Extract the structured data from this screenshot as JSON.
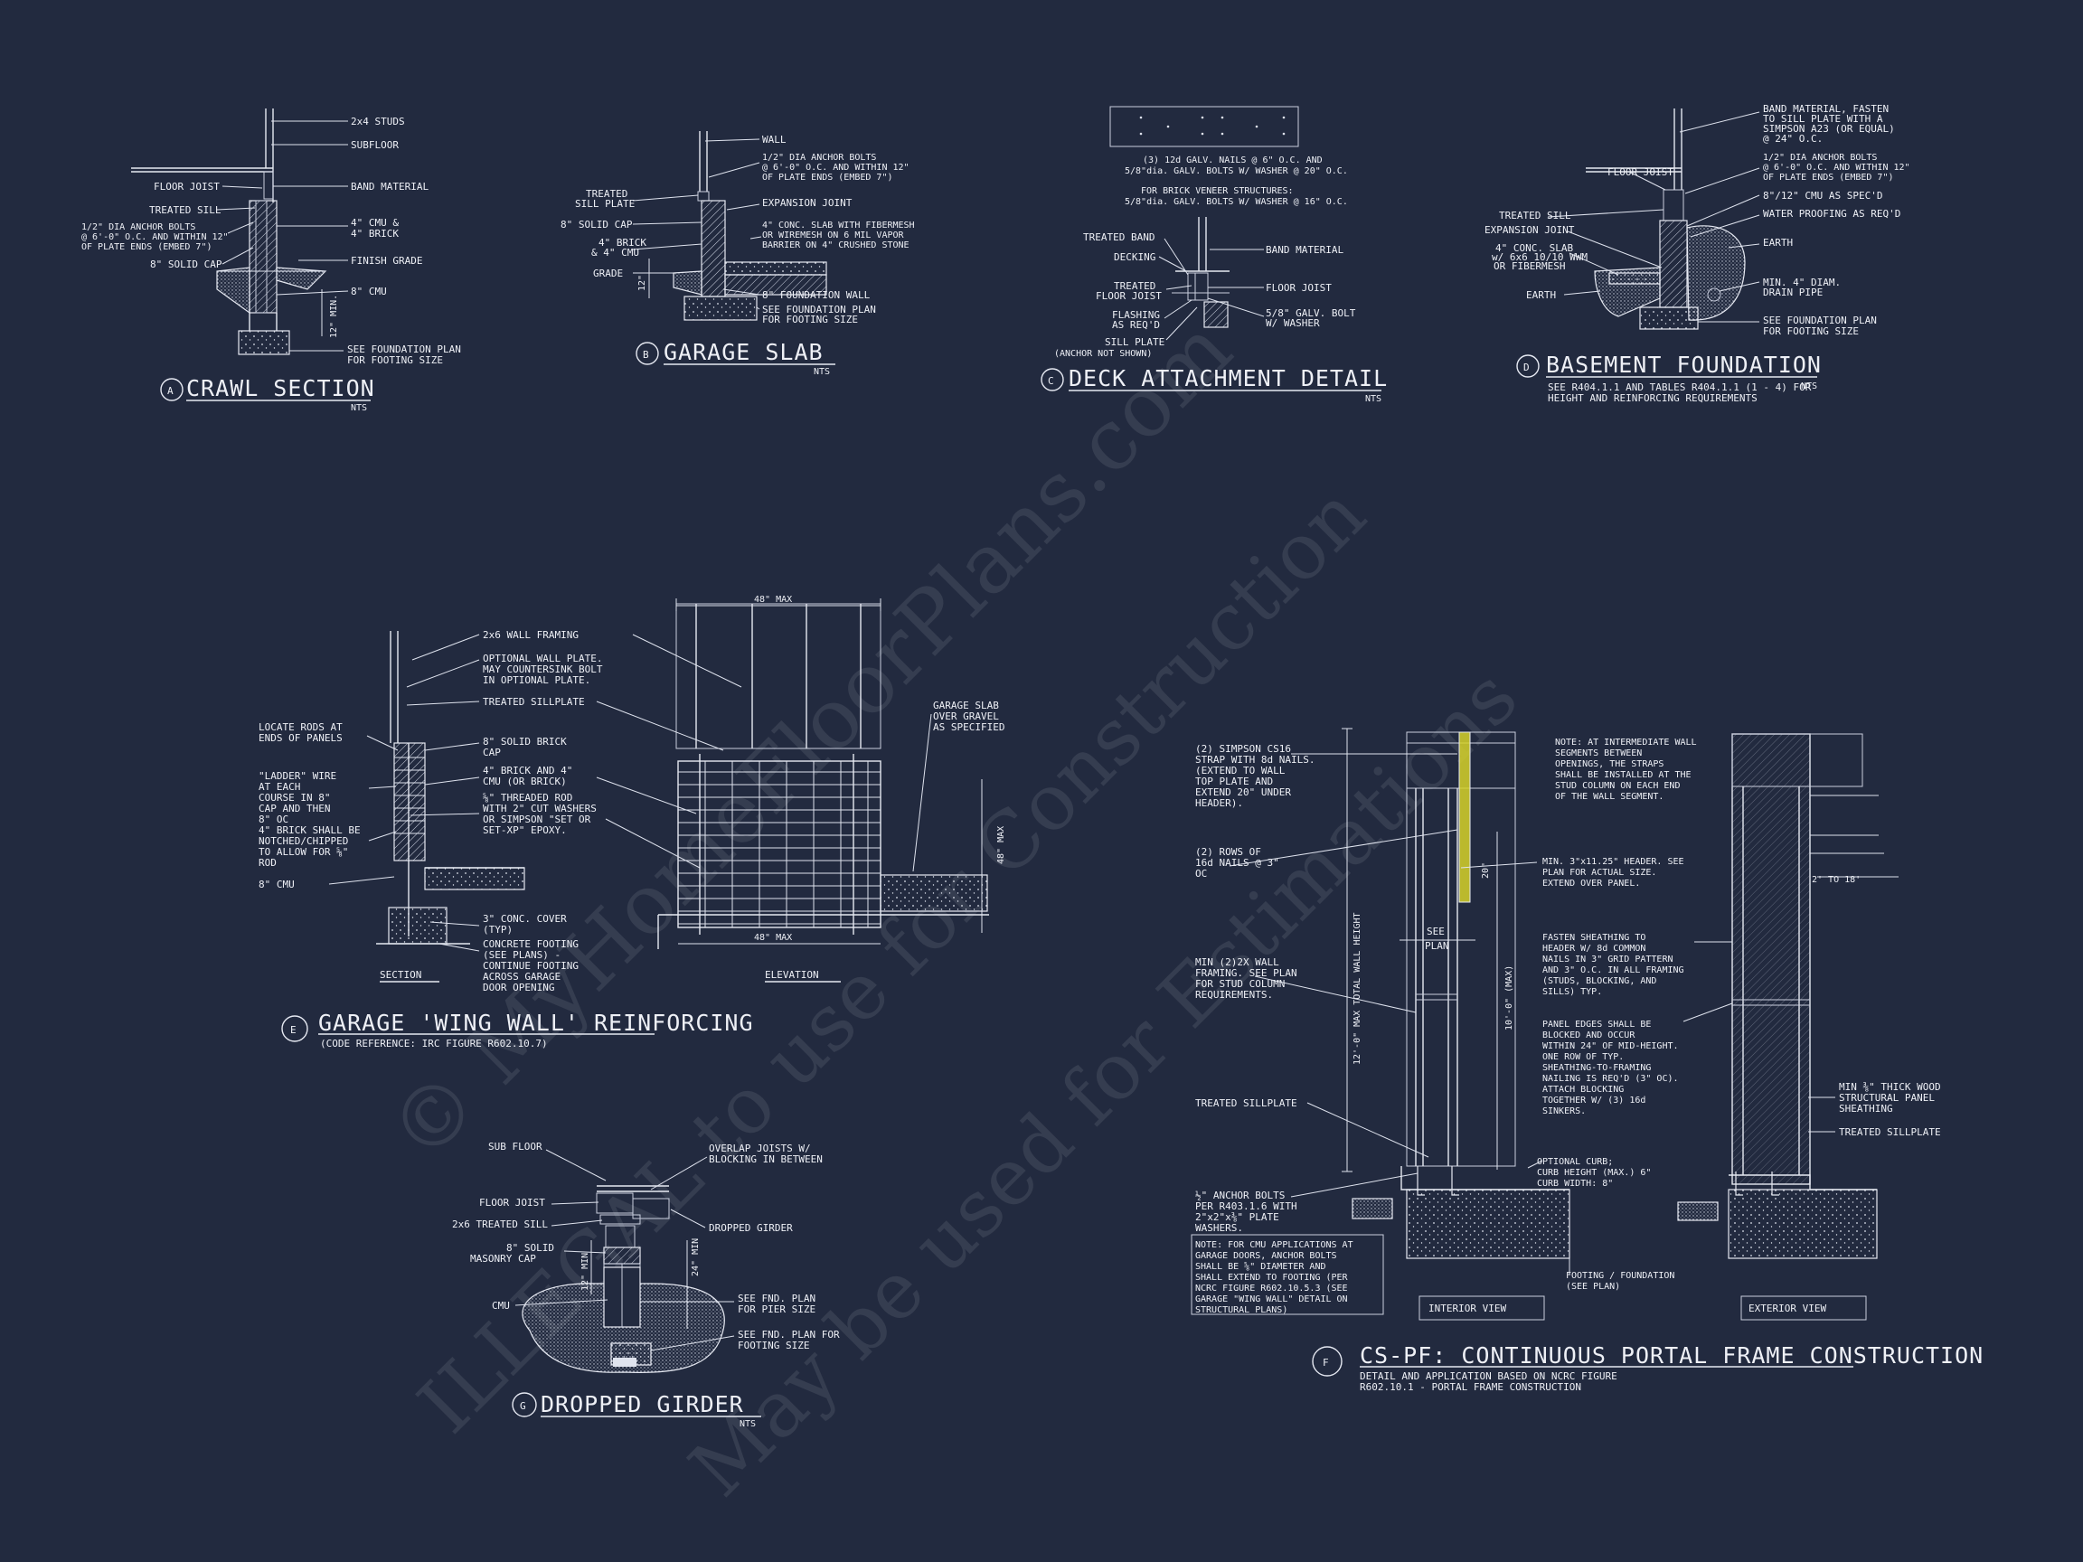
{
  "watermark": {
    "line1": "© MyHomeFloorPlans.com",
    "line2": "ILLEGAL to use for Construction",
    "line3": "May be used for Estimations"
  },
  "details": {
    "a": {
      "letter": "A",
      "title": "CRAWL SECTION",
      "scale": "NTS",
      "labels": [
        "2x4 STUDS",
        "SUBFLOOR",
        "BAND MATERIAL",
        "FLOOR JOIST",
        "TREATED SILL",
        "1/2\" DIA ANCHOR BOLTS",
        "@ 6'-0\" O.C. AND WITHIN 12\"",
        "OF PLATE ENDS (EMBED 7\")",
        "4\" CMU &",
        "4\" BRICK",
        "8\" SOLID CAP",
        "FINISH GRADE",
        "8\" CMU",
        "12\" MIN.",
        "SEE FOUNDATION PLAN",
        "FOR FOOTING SIZE"
      ]
    },
    "b": {
      "letter": "B",
      "title": "GARAGE SLAB",
      "scale": "NTS",
      "labels": [
        "WALL",
        "1/2\" DIA ANCHOR BOLTS",
        "@ 6'-0\" O.C. AND WITHIN 12\"",
        "OF PLATE ENDS (EMBED 7\")",
        "TREATED",
        "SILL PLATE",
        "EXPANSION JOINT",
        "8\" SOLID CAP",
        "4\" CONC. SLAB WITH FIBERMESH",
        "OR WIREMESH ON 6 MIL VAPOR",
        "BARRIER ON 4\" CRUSHED STONE",
        "4\" BRICK",
        "& 4\" CMU",
        "GRADE",
        "8\" FOUNDATION WALL",
        "SEE FOUNDATION PLAN",
        "FOR FOOTING SIZE",
        "12\""
      ]
    },
    "c": {
      "letter": "C",
      "title": "DECK ATTACHMENT DETAIL",
      "scale": "NTS",
      "labels": [
        "(3) 12d GALV. NAILS @ 6\" O.C. AND",
        "5/8\"dia. GALV. BOLTS W/ WASHER @ 20\" O.C.",
        "FOR BRICK VENEER STRUCTURES:",
        "5/8\"dia. GALV. BOLTS W/ WASHER @ 16\" O.C.",
        "TREATED BAND",
        "DECKING",
        "BAND MATERIAL",
        "TREATED",
        "FLOOR JOIST",
        "FLOOR JOIST",
        "FLASHING",
        "AS REQ'D",
        "5/8\" GALV. BOLT",
        "W/ WASHER",
        "SILL PLATE",
        "(ANCHOR NOT SHOWN)"
      ]
    },
    "d": {
      "letter": "D",
      "title": "BASEMENT FOUNDATION",
      "scale": "NTS",
      "note1": "SEE R404.1.1 AND TABLES R404.1.1 (1 - 4) FOR",
      "note2": "HEIGHT AND REINFORCING REQUIREMENTS",
      "labels": [
        "BAND MATERIAL, FASTEN",
        "TO SILL PLATE WITH A",
        "SIMPSON A23 (OR EQUAL)",
        "@ 24\" O.C.",
        "FLOOR JOIST",
        "1/2\" DIA ANCHOR BOLTS",
        "@ 6'-0\" O.C. AND WITHIN 12\"",
        "OF PLATE ENDS (EMBED 7\")",
        "8\"/12\" CMU AS SPEC'D",
        "TREATED SILL",
        "WATER PROOFING AS REQ'D",
        "EXPANSION JOINT",
        "4\" CONC. SLAB",
        "w/ 6x6 10/10 WWM",
        "OR FIBERMESH",
        "EARTH",
        "MIN. 4\" DIAM.",
        "DRAIN PIPE",
        "EARTH",
        "SEE FOUNDATION PLAN",
        "FOR FOOTING SIZE"
      ]
    },
    "e": {
      "letter": "E",
      "title": "GARAGE 'WING WALL' REINFORCING",
      "sub": "(CODE REFERENCE: IRC FIGURE R602.10.7)",
      "section_label": "SECTION",
      "elevation_label": "ELEVATION",
      "dim_top": "48\" MAX",
      "dim_side": "48\" MAX",
      "dim_bottom": "48\" MAX",
      "labels": [
        "2x6 WALL FRAMING",
        "OPTIONAL WALL PLATE.",
        "MAY COUNTERSINK BOLT",
        "IN OPTIONAL PLATE.",
        "TREATED SILLPLATE",
        "LOCATE RODS AT",
        "ENDS OF PANELS",
        "8\" SOLID BRICK",
        "CAP",
        "\"LADDER\" WIRE",
        "AT EACH",
        "COURSE IN 8\"",
        "CAP AND THEN",
        "8\" OC",
        "4\" BRICK SHALL BE",
        "NOTCHED/CHIPPED",
        "TO ALLOW FOR ⅝\"",
        "ROD",
        "8\" CMU",
        "4\" BRICK AND 4\"",
        "CMU (OR BRICK)",
        "⅝\" THREADED ROD",
        "WITH 2\" CUT WASHERS",
        "OR SIMPSON \"SET OR",
        "SET-XP\" EPOXY.",
        "3\" CONC. COVER",
        "(TYP)",
        "CONCRETE FOOTING",
        "(SEE PLANS) -",
        "CONTINUE FOOTING",
        "ACROSS GARAGE",
        "DOOR OPENING",
        "GARAGE SLAB",
        "OVER GRAVEL",
        "AS SPECIFIED"
      ]
    },
    "f": {
      "letter": "F",
      "title": "CS-PF: CONTINUOUS PORTAL FRAME CONSTRUCTION",
      "sub1": "DETAIL AND APPLICATION BASED ON NCRC FIGURE",
      "sub2": "R602.10.1 - PORTAL FRAME CONSTRUCTION",
      "interior_view": "INTERIOR VIEW",
      "exterior_view": "EXTERIOR VIEW",
      "dim_wall": "12'-0\" MAX TOTAL WALL HEIGHT",
      "dim_inner": "10'-0\" (MAX)",
      "dim_strap": "20\"",
      "see_plan": "SEE",
      "see_plan2": "PLAN",
      "span_dim": "2' TO 18'",
      "labels": [
        "(2) SIMPSON CS16",
        "STRAP WITH 8d NAILS.",
        "(EXTEND TO WALL",
        "TOP PLATE AND",
        "EXTEND 20\" UNDER",
        "HEADER).",
        "(2) ROWS OF",
        "16d NAILS @ 3\"",
        "OC",
        "MIN (2)2X WALL",
        "FRAMING. SEE PLAN",
        "FOR STUD COLUMN",
        "REQUIREMENTS.",
        "TREATED SILLPLATE",
        "½\" ANCHOR BOLTS",
        "PER R403.1.6 WITH",
        "2\"x2\"x⅜\" PLATE",
        "WASHERS.",
        "NOTE: FOR CMU APPLICATIONS AT",
        "GARAGE DOORS, ANCHOR BOLTS",
        "SHALL BE ⅝\" DIAMETER AND",
        "SHALL EXTEND TO FOOTING (PER",
        "NCRC FIGURE R602.10.5.3 (SEE",
        "GARAGE \"WING WALL\" DETAIL ON",
        "STRUCTURAL PLANS)",
        "NOTE: AT INTERMEDIATE WALL",
        "SEGMENTS BETWEEN",
        "OPENINGS, THE STRAPS",
        "SHALL BE INSTALLED AT THE",
        "STUD COLUMN ON EACH END",
        "OF THE WALL SEGMENT.",
        "MIN. 3\"x11.25\" HEADER. SEE",
        "PLAN FOR ACTUAL SIZE.",
        "EXTEND OVER PANEL.",
        "FASTEN SHEATHING TO",
        "HEADER W/ 8d COMMON",
        "NAILS IN 3\" GRID PATTERN",
        "AND 3\" O.C. IN ALL FRAMING",
        "(STUDS, BLOCKING, AND",
        "SILLS) TYP.",
        "PANEL EDGES SHALL BE",
        "BLOCKED AND OCCUR",
        "WITHIN 24\" OF MID-HEIGHT.",
        "ONE ROW OF TYP.",
        "SHEATHING-TO-FRAMING",
        "NAILING IS REQ'D (3\" OC).",
        "ATTACH BLOCKING",
        "TOGETHER W/ (3) 16d",
        "SINKERS.",
        "OPTIONAL CURB;",
        "CURB HEIGHT (MAX.) 6\"",
        "CURB WIDTH: 8\"",
        "FOOTING / FOUNDATION",
        "(SEE PLAN)",
        "MIN ⅜\" THICK WOOD",
        "STRUCTURAL PANEL",
        "SHEATHING",
        "TREATED SILLPLATE"
      ]
    },
    "g": {
      "letter": "G",
      "title": "DROPPED GIRDER",
      "scale": "NTS",
      "labels": [
        "SUB FLOOR",
        "OVERLAP JOISTS W/",
        "BLOCKING IN BETWEEN",
        "FLOOR JOIST",
        "2x6 TREATED SILL",
        "DROPPED GIRDER",
        "8\" SOLID",
        "MASONRY CAP",
        "CMU",
        "SEE FND. PLAN",
        "FOR PIER SIZE",
        "SEE FND. PLAN FOR",
        "FOOTING SIZE",
        "12\" MIN",
        "24\" MIN"
      ]
    }
  }
}
